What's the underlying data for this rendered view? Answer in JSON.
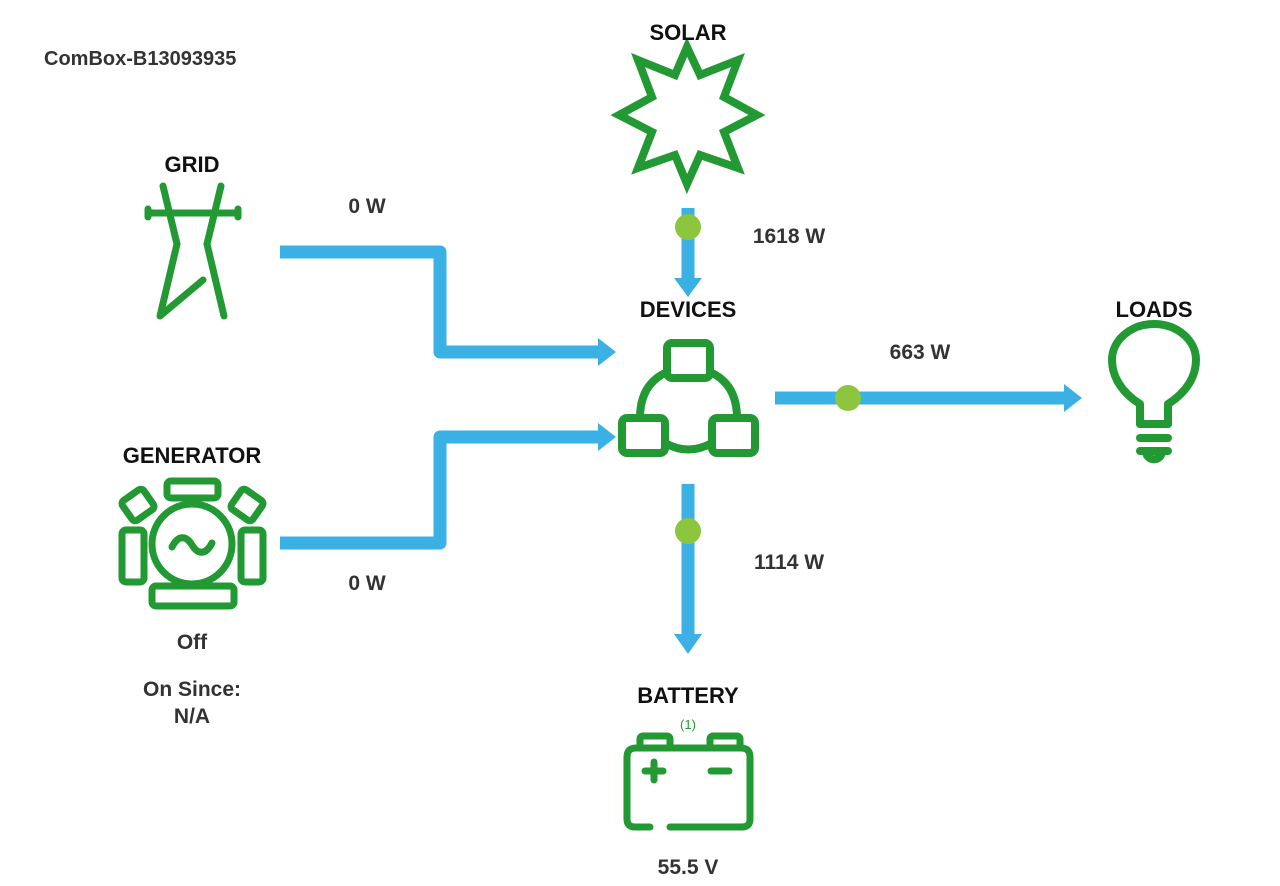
{
  "device_name": "ComBox-B13093935",
  "colors": {
    "icon": "#229933",
    "flow": "#3bb0e4",
    "flow_dot": "#8cc63f",
    "text": "#111111",
    "muted_text": "#333333"
  },
  "nodes": {
    "solar": {
      "title": "SOLAR",
      "icon": "sun-icon"
    },
    "grid": {
      "title": "GRID",
      "icon": "power-tower-icon"
    },
    "devices": {
      "title": "DEVICES",
      "icon": "devices-network-icon"
    },
    "loads": {
      "title": "LOADS",
      "icon": "lightbulb-icon"
    },
    "generator": {
      "title": "GENERATOR",
      "icon": "generator-icon",
      "state": "Off",
      "on_since_label": "On Since:",
      "on_since_value": "N/A"
    },
    "battery": {
      "title": "BATTERY",
      "icon": "battery-icon",
      "count": "(1)",
      "voltage": "55.5 V"
    }
  },
  "flows": {
    "grid_to_devices": "0 W",
    "generator_to_devices": "0 W",
    "solar_to_devices": "1618 W",
    "devices_to_loads": "663 W",
    "devices_to_battery": "1114 W"
  }
}
